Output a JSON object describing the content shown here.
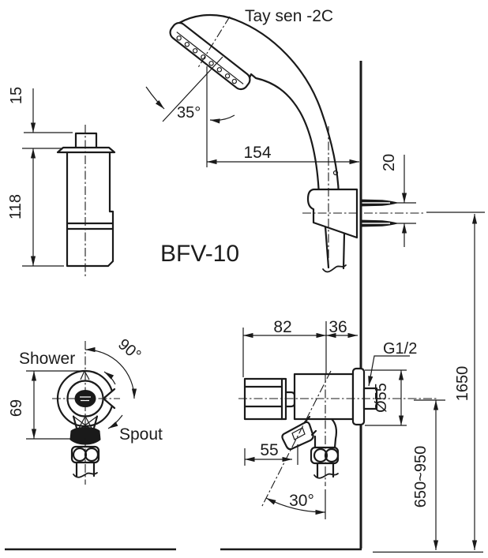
{
  "drawing": {
    "product_label": "Tay sen -2C",
    "model": "BFV-10",
    "annotations": {
      "shower": "Shower",
      "spout": "Spout",
      "thread_size": "G1/2"
    },
    "dimensions": {
      "cartridge_stem": "15",
      "cartridge_height": "118",
      "head_offset": "154",
      "head_angle": "35°",
      "screw_pitch": "20",
      "handle_turn": "90°",
      "valve_height": "69",
      "body_length": "82",
      "wall_inset": "36",
      "flange_diameter": "Ø55",
      "lever_offset": "55",
      "lever_angle": "30°",
      "install_range": "650~950",
      "mount_height": "1650"
    },
    "colors": {
      "ink": "#1a1a1a",
      "paper": "#ffffff"
    }
  }
}
